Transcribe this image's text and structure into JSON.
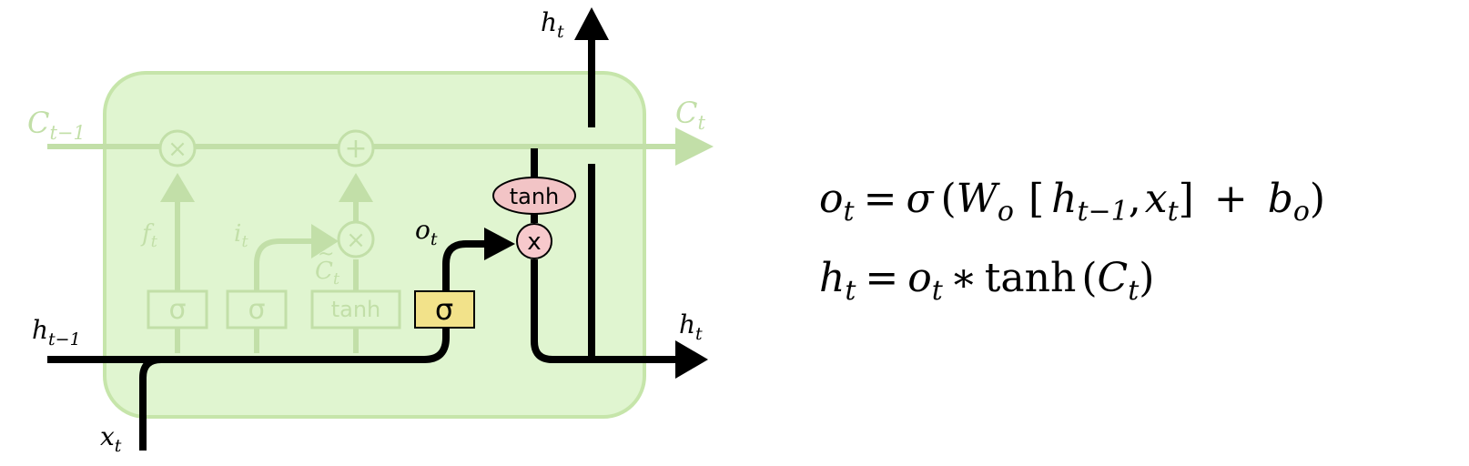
{
  "diagram": {
    "cell_state_in": {
      "base": "C",
      "sub": "t−1"
    },
    "cell_state_out": {
      "base": "C",
      "sub": "t"
    },
    "hidden_in": {
      "base": "h",
      "sub": "t−1"
    },
    "hidden_out_top": {
      "base": "h",
      "sub": "t"
    },
    "hidden_out_right": {
      "base": "h",
      "sub": "t"
    },
    "input": {
      "base": "x",
      "sub": "t"
    },
    "forget_signal": {
      "base": "f",
      "sub": "t"
    },
    "input_signal": {
      "base": "i",
      "sub": "t"
    },
    "candidate_signal": {
      "base": "C",
      "sub": "t",
      "accent": "~"
    },
    "output_signal": {
      "base": "o",
      "sub": "t"
    },
    "ops": {
      "multiply": "×",
      "add": "+",
      "tanh": "tanh",
      "output_multiply": "x"
    },
    "gates": {
      "forget": "σ",
      "input": "σ",
      "candidate": "tanh",
      "output": "σ"
    },
    "colors": {
      "cell_background": "#e0f5d0",
      "cell_border": "#c6e5aa",
      "faded_stroke": "#c2dfa8",
      "active_line": "#000000",
      "output_gate_fill": "#f2e28a",
      "tanh_op_fill": "#f2c4c6",
      "multiply_op_fill": "#f7c9cc"
    }
  },
  "equations": {
    "eq1": {
      "o": "o",
      "o_sub": "t",
      "eq": "=",
      "sigma": "σ",
      "lp": "(",
      "W": "W",
      "W_sub": "o",
      "lb": "[",
      "h": "h",
      "h_sub": "t−1",
      "comma": ",",
      "x": "x",
      "x_sub": "t",
      "rb": "]",
      "plus": "+",
      "b": "b",
      "b_sub": "o",
      "rp": ")"
    },
    "eq2": {
      "h": "h",
      "h_sub": "t",
      "eq": "=",
      "o": "o",
      "o_sub": "t",
      "star": "∗",
      "tanh": "tanh",
      "lp": "(",
      "C": "C",
      "C_sub": "t",
      "rp": ")"
    }
  }
}
